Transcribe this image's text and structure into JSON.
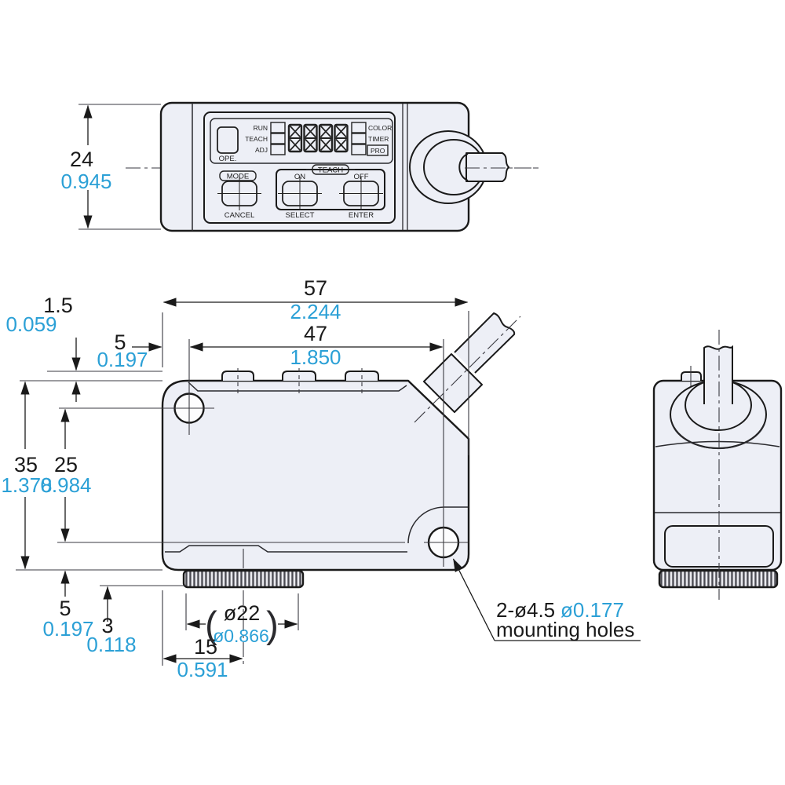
{
  "colors": {
    "mm": "#1a1a1a",
    "inch": "#2ba0d6",
    "body": "#edeff6",
    "line": "#1a1a1a"
  },
  "top_view": {
    "height_dim": {
      "mm": "24",
      "inch": "0.945"
    },
    "panel": {
      "ope": "OPE.",
      "run": "RUN",
      "teach": "TEACH",
      "adj": "ADJ",
      "color": "COLOR",
      "timer": "TIMER",
      "pro": "PRO",
      "display_value": "8888",
      "teach_tag": "TEACH",
      "mode_tag": "MODE",
      "cancel": "CANCEL",
      "on": "ON",
      "select": "SELECT",
      "off": "OFF",
      "enter": "ENTER"
    }
  },
  "front_view": {
    "width_dim": {
      "mm": "57",
      "inch": "2.244"
    },
    "hole_span_dim": {
      "mm": "47",
      "inch": "1.850"
    },
    "tab_height_dim": {
      "mm": "1.5",
      "inch": "0.059"
    },
    "edge_to_hole_dim": {
      "mm": "5",
      "inch": "0.197"
    },
    "height_dim": {
      "mm": "35",
      "inch": "1.378"
    },
    "hole_pitch_dim": {
      "mm": "25",
      "inch": "0.984"
    },
    "hole_to_bottom_dim": {
      "mm": "5",
      "inch": "0.197"
    },
    "lens_protrusion_dim": {
      "mm": "3",
      "inch": "0.118"
    },
    "lens_center_dim": {
      "mm": "15",
      "inch": "0.591"
    },
    "lens_dia_dim": {
      "mm": "ø22",
      "inch": "ø0.866",
      "paren_open": "(",
      "paren_close": ")"
    },
    "mounting_note": {
      "mm": "2-ø4.5",
      "inch": "ø0.177",
      "line2": "mounting holes"
    }
  }
}
